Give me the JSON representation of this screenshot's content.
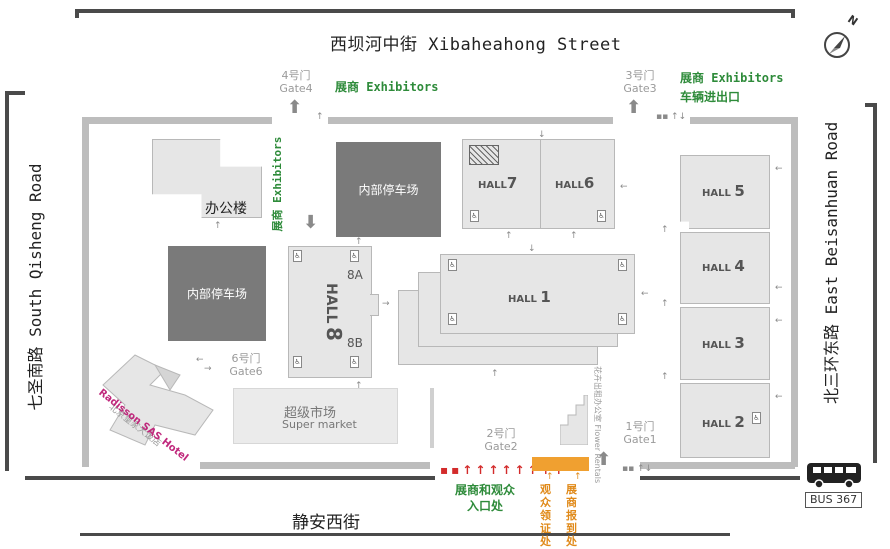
{
  "streets": {
    "top": "西坝河中街 Xibaheahong Street",
    "left": "七圣南路 South Qisheng Road",
    "right": "北三环东路 East Beisanhuan Road",
    "bottom": "静安西街"
  },
  "compass": {
    "label": "N"
  },
  "gates": {
    "gate4": {
      "cn": "4号门",
      "en": "Gate4"
    },
    "gate3": {
      "cn": "3号门",
      "en": "Gate3"
    },
    "gate6": {
      "cn": "6号门",
      "en": "Gate6"
    },
    "gate2": {
      "cn": "2号门",
      "en": "Gate2"
    },
    "gate1": {
      "cn": "1号门",
      "en": "Gate1"
    }
  },
  "labels": {
    "exhibitors_top": "展商 Exhibitors",
    "exhibitors_gate3": "展商 Exhibitors",
    "vehicle_gate3": "车辆进出口",
    "exhibitors_vertical": "展商 Exhibitors",
    "entrance": "展商和观众",
    "entrance2": "入口处",
    "visitor_reg": "观众领证处",
    "exhibitor_reg": "展商报到处",
    "flower": "花卉出租办公室 Flower Rentals",
    "bus": "BUS 367"
  },
  "buildings": {
    "office": "办公楼",
    "parking1": "内部停车场",
    "parking2": "内部停车场",
    "supermarket_cn": "超级市场",
    "supermarket_en": "Super market",
    "hotel_cn": "北京皇家大饭店",
    "hotel_en": "Radisson SAS Hotel"
  },
  "halls": {
    "h1": {
      "word": "HALL",
      "num": "1"
    },
    "h2": {
      "word": "HALL",
      "num": "2"
    },
    "h3": {
      "word": "HALL",
      "num": "3"
    },
    "h4": {
      "word": "HALL",
      "num": "4"
    },
    "h5": {
      "word": "HALL",
      "num": "5"
    },
    "h6": {
      "word": "HALL",
      "num": "6"
    },
    "h7": {
      "word": "HALL",
      "num": "7"
    },
    "h8": {
      "word": "HALL",
      "num": "8",
      "a": "8A",
      "b": "8B"
    }
  },
  "colors": {
    "road": "#4a4a4a",
    "green": "#2e8b3a",
    "orange": "#e08a1a",
    "red": "#d32b2b",
    "dark_building": "#7a7a7a"
  }
}
